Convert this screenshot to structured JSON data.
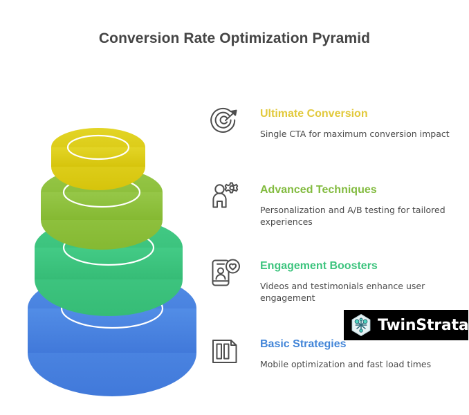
{
  "header": {
    "title": "Conversion Rate Optimization Pyramid"
  },
  "colors": {
    "tier_yellow": "#DECE18",
    "tier_green": "#8CC03A",
    "tier_teal": "#3DC47E",
    "tier_blue": "#4A85E0",
    "title_yellow": "#E2C93B",
    "title_green": "#82BB3F",
    "title_teal": "#3DC47E",
    "title_blue": "#4285D8",
    "heading_gray": "#454545",
    "body_gray": "#4A4A4A",
    "icon_stroke": "#4D4D4D",
    "logo_bg": "#000000",
    "logo_node": "#4FD6C0"
  },
  "pyramid": {
    "tiers": [
      {
        "level": 4,
        "label": "Ultimate Conversion",
        "color": "#DECE18"
      },
      {
        "level": 3,
        "label": "Advanced Techniques",
        "color": "#8CC03A"
      },
      {
        "level": 2,
        "label": "Engagement Boosters",
        "color": "#3DC47E"
      },
      {
        "level": 1,
        "label": "Basic Strategies",
        "color": "#4A85E0"
      }
    ]
  },
  "items": [
    {
      "icon": "target-arrow-icon",
      "title": "Ultimate Conversion",
      "desc": "Single CTA for maximum conversion impact"
    },
    {
      "icon": "person-gear-icon",
      "title": "Advanced Techniques",
      "desc": "Personalization and A/B testing for tailored experiences"
    },
    {
      "icon": "phone-heart-icon",
      "title": "Engagement Boosters",
      "desc": "Videos and testimonials enhance user engagement"
    },
    {
      "icon": "bar-chart-icon",
      "title": "Basic Strategies",
      "desc": "Mobile optimization and fast load times"
    }
  ],
  "logo": {
    "name": "TwinStrata",
    "mark": "hexagon-molecule-icon"
  }
}
